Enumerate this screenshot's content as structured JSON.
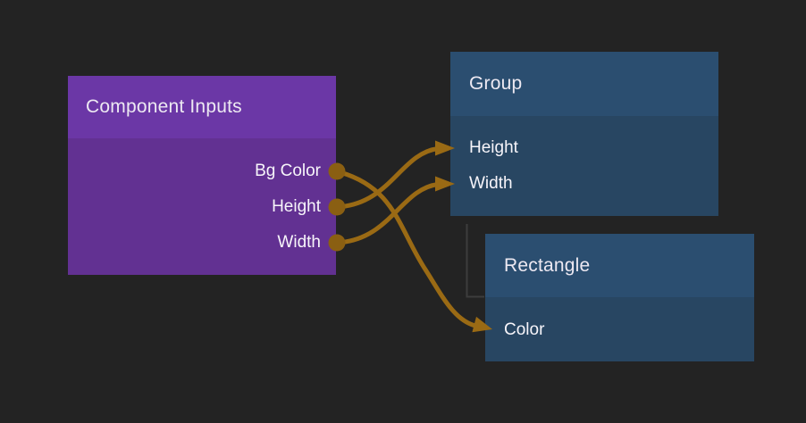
{
  "editor": {
    "type": "node-graph-editor"
  },
  "colors": {
    "background": "#232323",
    "purple_header": "#6B37A6",
    "purple_body": "#623192",
    "blue_header": "#2B4E70",
    "blue_body": "#284662",
    "wire": "#9A6A14",
    "port": "#8A5F12",
    "hierarchy": "#3D3D3D",
    "title_text": "#EDE9F2",
    "label_text": "#F7F5FA"
  },
  "nodes": [
    {
      "id": "component-inputs",
      "title": "Component Inputs",
      "outputs": [
        {
          "label": "Bg Color"
        },
        {
          "label": "Height"
        },
        {
          "label": "Width"
        }
      ]
    },
    {
      "id": "group",
      "title": "Group",
      "inputs": [
        {
          "label": "Height"
        },
        {
          "label": "Width"
        }
      ]
    },
    {
      "id": "rectangle",
      "title": "Rectangle",
      "inputs": [
        {
          "label": "Color"
        }
      ]
    }
  ],
  "connections": [
    {
      "from": "Component Inputs.Bg Color",
      "to": "Rectangle.Color"
    },
    {
      "from": "Component Inputs.Height",
      "to": "Group.Height"
    },
    {
      "from": "Component Inputs.Width",
      "to": "Group.Width"
    }
  ],
  "hierarchy_links": [
    {
      "parent": "Group",
      "child": "Rectangle"
    }
  ]
}
